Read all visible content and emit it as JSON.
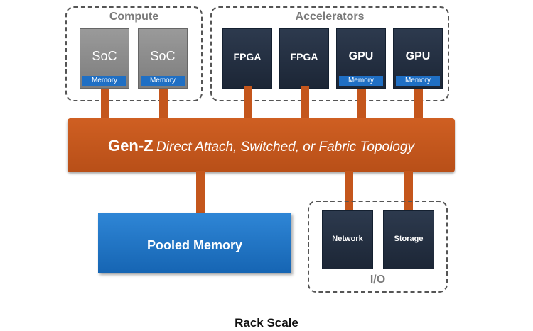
{
  "compute": {
    "label": "Compute",
    "chips": [
      {
        "label": "SoC",
        "memory": "Memory"
      },
      {
        "label": "SoC",
        "memory": "Memory"
      }
    ]
  },
  "accelerators": {
    "label": "Accelerators",
    "chips": [
      {
        "label": "FPGA"
      },
      {
        "label": "FPGA"
      },
      {
        "label": "GPU",
        "memory": "Memory"
      },
      {
        "label": "GPU",
        "memory": "Memory"
      }
    ]
  },
  "bus": {
    "name": "Gen-Z",
    "subtitle": "Direct Attach, Switched, or Fabric Topology"
  },
  "pooled_memory": {
    "label": "Pooled Memory"
  },
  "io": {
    "label": "I/O",
    "devices": [
      {
        "label": "Network"
      },
      {
        "label": "Storage"
      }
    ]
  },
  "footer": {
    "caption": "Rack Scale"
  },
  "colors": {
    "bus": "#c4561c",
    "memory_strip": "#1f6fc4",
    "pooled_memory": "#1f76c8",
    "soc_chip": "#8a8a8a",
    "dark_chip": "#25303f",
    "dashed_border": "#555555"
  }
}
